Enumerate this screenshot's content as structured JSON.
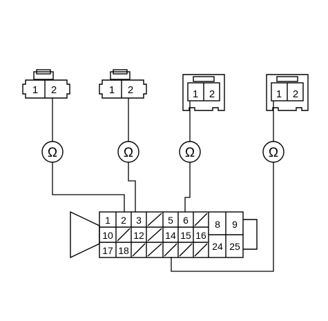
{
  "connectors": [
    {
      "pins": [
        "1",
        "2"
      ]
    },
    {
      "pins": [
        "1",
        "2"
      ]
    },
    {
      "pins": [
        "1",
        "2"
      ]
    },
    {
      "pins": [
        "1",
        "2"
      ]
    }
  ],
  "meter_symbol": "Ω",
  "main_connector": {
    "row1": [
      "1",
      "2",
      "3",
      "",
      "5",
      "6",
      "",
      "8",
      "9"
    ],
    "row2": [
      "10",
      "",
      "12",
      "",
      "14",
      "15",
      "16",
      "24",
      "25"
    ],
    "row3": [
      "17",
      "18"
    ]
  }
}
